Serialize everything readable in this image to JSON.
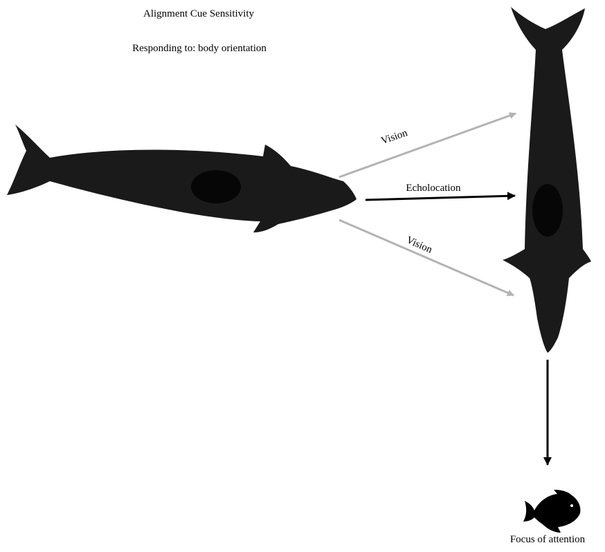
{
  "header": {
    "title": "Alignment Cue Sensitivity",
    "subtitle": "Responding to: body orientation"
  },
  "cues": {
    "vision_upper": "Vision",
    "echolocation": "Echolocation",
    "vision_lower": "Vision"
  },
  "target": {
    "label": "Focus of attention"
  },
  "colors": {
    "whale": "#1a1a1a",
    "whale_patch": "#060606",
    "vision_arrow": "#b3b3b3",
    "echolocation_arrow": "#000000",
    "fish": "#000000"
  }
}
